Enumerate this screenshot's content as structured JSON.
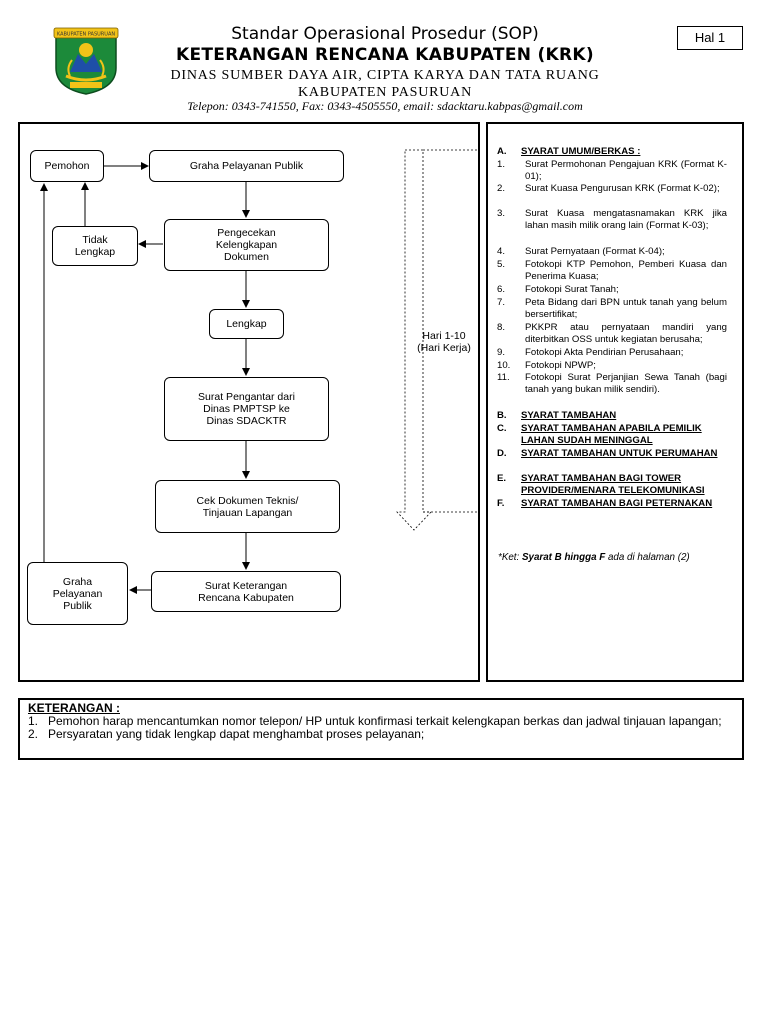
{
  "header": {
    "title_line1": "Standar Operasional Prosedur (SOP)",
    "title_line2": "KETERANGAN RENCANA KABUPATEN (KRK)",
    "agency": "DINAS SUMBER DAYA AIR, CIPTA KARYA DAN TATA RUANG",
    "region": "KABUPATEN PASURUAN",
    "contact": "Telepon: 0343-741550, Fax: 0343-4505550, email: sdacktaru.kabpas@gmail.com",
    "page_label": "Hal 1",
    "logo_text": "KABUPATEN PASURUAN"
  },
  "flow": {
    "pemohon": "Pemohon",
    "graha_top": "Graha Pelayanan Publik",
    "tidak_lengkap": [
      "Tidak",
      "Lengkap"
    ],
    "pengecekan": [
      "Pengecekan",
      "Kelengkapan",
      "Dokumen"
    ],
    "lengkap": "Lengkap",
    "surat_pengantar": [
      "Surat Pengantar dari",
      "Dinas PMPTSP ke",
      "Dinas SDACKTR"
    ],
    "cek_dokumen": [
      "Cek Dokumen Teknis/",
      "Tinjauan Lapangan"
    ],
    "graha_bottom": [
      "Graha",
      "Pelayanan",
      "Publik"
    ],
    "surat_keterangan": [
      "Surat Keterangan",
      "Rencana Kabupaten"
    ],
    "duration": [
      "Hari 1-10",
      "(Hari Kerja)"
    ]
  },
  "requirements": {
    "heading_marker": "A.",
    "heading": "SYARAT UMUM/BERKAS :",
    "items": [
      {
        "num": "1.",
        "text": "Surat Permohonan Pengajuan KRK (Format K-01);"
      },
      {
        "num": "2.",
        "text": "Surat Kuasa Pengurusan KRK (Format K-02);"
      },
      {
        "num": "3.",
        "text": "Surat Kuasa mengatasnamakan KRK jika lahan masih milik orang lain (Format K-03);"
      },
      {
        "num": "4.",
        "text": "Surat Pernyataan (Format K-04);"
      },
      {
        "num": "5.",
        "text": "Fotokopi KTP Pemohon, Pemberi Kuasa dan Penerima Kuasa;"
      },
      {
        "num": "6.",
        "text": "Fotokopi Surat Tanah;"
      },
      {
        "num": "7.",
        "text": "Peta Bidang dari BPN untuk tanah yang belum bersertifikat;"
      },
      {
        "num": "8.",
        "text": "PKKPR atau pernyataan mandiri yang diterbitkan OSS untuk kegiatan berusaha;"
      },
      {
        "num": "9.",
        "text": "Fotokopi Akta Pendirian Perusahaan;"
      },
      {
        "num": "10.",
        "text": "Fotokopi NPWP;"
      },
      {
        "num": "11.",
        "text": "Fotokopi Surat Perjanjian Sewa Tanah (bagi tanah yang bukan milik sendiri)."
      }
    ],
    "sections": [
      {
        "num": "B.",
        "text": "SYARAT TAMBAHAN"
      },
      {
        "num": "C.",
        "text": "SYARAT TAMBAHAN APABILA PEMILIK LAHAN SUDAH MENINGGAL"
      },
      {
        "num": "D.",
        "text": "SYARAT TAMBAHAN UNTUK PERUMAHAN"
      },
      {
        "num": "E.",
        "text": "SYARAT TAMBAHAN BAGI TOWER PROVIDER/MENARA TELEKOMUNIKASI"
      },
      {
        "num": "F.",
        "text": "SYARAT TAMBAHAN BAGI PETERNAKAN"
      }
    ],
    "note_prefix": "*Ket: ",
    "note_bold": "Syarat B hingga F",
    "note_suffix": " ada di halaman (2)"
  },
  "notes": {
    "heading": "KETERANGAN :",
    "items": [
      {
        "num": "1.",
        "text": "Pemohon harap mencantumkan nomor telepon/ HP untuk konfirmasi terkait kelengkapan berkas dan jadwal tinjauan lapangan;"
      },
      {
        "num": "2.",
        "text": "Persyaratan yang tidak lengkap dapat menghambat proses pelayanan;"
      }
    ]
  }
}
